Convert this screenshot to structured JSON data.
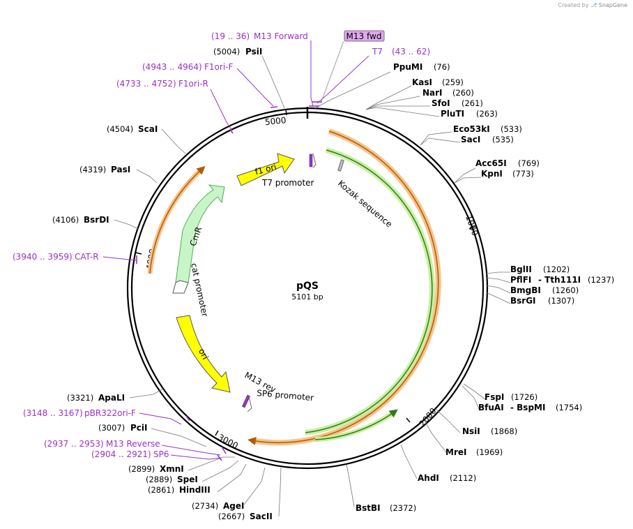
{
  "credit": {
    "text": "Created by",
    "brand": "SnapGene"
  },
  "plasmid": {
    "name": "pQS",
    "size_label": "5101 bp",
    "length": 5101
  },
  "ticks": [
    "5000",
    "1000",
    "2000",
    "3000",
    "4000"
  ],
  "enzymes": [
    {
      "name": "PsiI",
      "pos": "(5004)"
    },
    {
      "name": "PpuMI",
      "pos": "(76)"
    },
    {
      "name": "KasI",
      "pos": "(259)"
    },
    {
      "name": "NarI",
      "pos": "(260)"
    },
    {
      "name": "SfoI",
      "pos": "(261)"
    },
    {
      "name": "PluTI",
      "pos": "(263)"
    },
    {
      "name": "Eco53kI",
      "pos": "(533)"
    },
    {
      "name": "SacI",
      "pos": "(535)"
    },
    {
      "name": "Acc65I",
      "pos": "(769)"
    },
    {
      "name": "KpnI",
      "pos": "(773)"
    },
    {
      "name": "BglII",
      "pos": "(1202)"
    },
    {
      "name": "PflFI",
      "pos": "-  Tth111I",
      "extra": "(1237)"
    },
    {
      "name": "BmgBI",
      "pos": "(1260)"
    },
    {
      "name": "BsrGI",
      "pos": "(1307)"
    },
    {
      "name": "FspI",
      "pos": "(1726)"
    },
    {
      "name": "BfuAI",
      "pos": "-  BspMI",
      "extra": "(1754)"
    },
    {
      "name": "NsiI",
      "pos": "(1868)"
    },
    {
      "name": "MreI",
      "pos": "(1969)"
    },
    {
      "name": "AhdI",
      "pos": "(2112)"
    },
    {
      "name": "BstBI",
      "pos": "(2372)"
    },
    {
      "name": "SacII",
      "pos": "(2667)"
    },
    {
      "name": "AgeI",
      "pos": "(2734)"
    },
    {
      "name": "HindIII",
      "pos": "(2861)"
    },
    {
      "name": "SpeI",
      "pos": "(2889)"
    },
    {
      "name": "XmnI",
      "pos": "(2899)"
    },
    {
      "name": "PciI",
      "pos": "(3007)"
    },
    {
      "name": "ApaLI",
      "pos": "(3321)"
    },
    {
      "name": "BsrDI",
      "pos": "(4106)"
    },
    {
      "name": "PasI",
      "pos": "(4319)"
    },
    {
      "name": "ScaI",
      "pos": "(4504)"
    }
  ],
  "primers": [
    {
      "label": "M13 Forward",
      "range": "(19 .. 36)"
    },
    {
      "label": "T7",
      "range": "(43 .. 62)"
    },
    {
      "label": "F1ori-F",
      "range": "(4943 .. 4964)"
    },
    {
      "label": "F1ori-R",
      "range": "(4733 .. 4752)"
    },
    {
      "label": "CAT-R",
      "range": "(3940 .. 3959)"
    },
    {
      "label": "pBR322ori-F",
      "range": "(3148 .. 3167)"
    },
    {
      "label": "M13 Reverse",
      "range": "(2937 .. 2953)"
    },
    {
      "label": "SP6",
      "range": "(2904 .. 2921)"
    }
  ],
  "features": {
    "m13_fwd_box": "M13 fwd",
    "f1_ori": "f1 ori",
    "t7_promoter": "T7 promoter",
    "kozak": "Kozak sequence",
    "cmr": "CmR",
    "cat_promoter": "cat promoter",
    "ori": "ori",
    "m13_rev": "M13 rev",
    "sp6_promoter": "SP6 promoter"
  },
  "colors": {
    "primer": "#9b30c8",
    "f1_ori": "#ffff00",
    "ori": "#ffff00",
    "cmr": "#c8f5c8",
    "orf_orange": "#f5c38a",
    "orf_green": "#c8f0a0",
    "m13_box": "#e0a8f0"
  }
}
